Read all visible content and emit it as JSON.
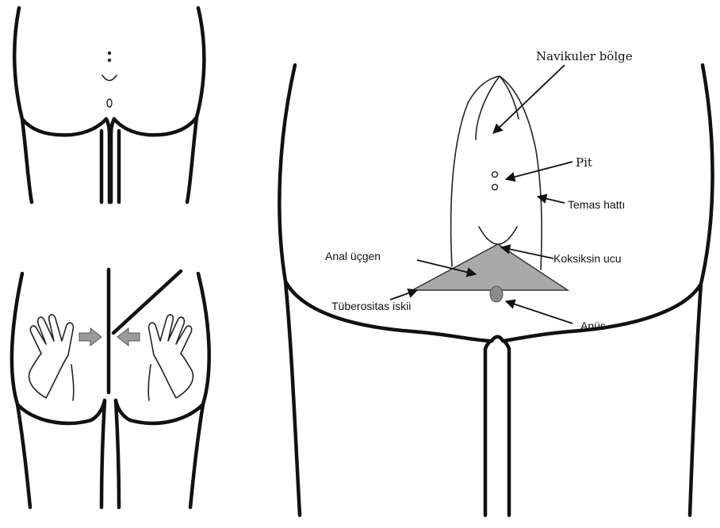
{
  "labels": {
    "navicular": "Navikuler bölge",
    "pit": "Pit",
    "contact_line": "Temas hattı",
    "anal_triangle": "Anal üçgen",
    "coccyx_tip": "Koksiksin ucu",
    "ischial_tuberosity": "Tüberositas iskii",
    "anus": "Anüs"
  },
  "colors": {
    "line": "#111111",
    "triangle_fill": "#a9a9a9",
    "anus_fill": "#8a8a8a",
    "arrow_fill": "#9a9a9a"
  }
}
